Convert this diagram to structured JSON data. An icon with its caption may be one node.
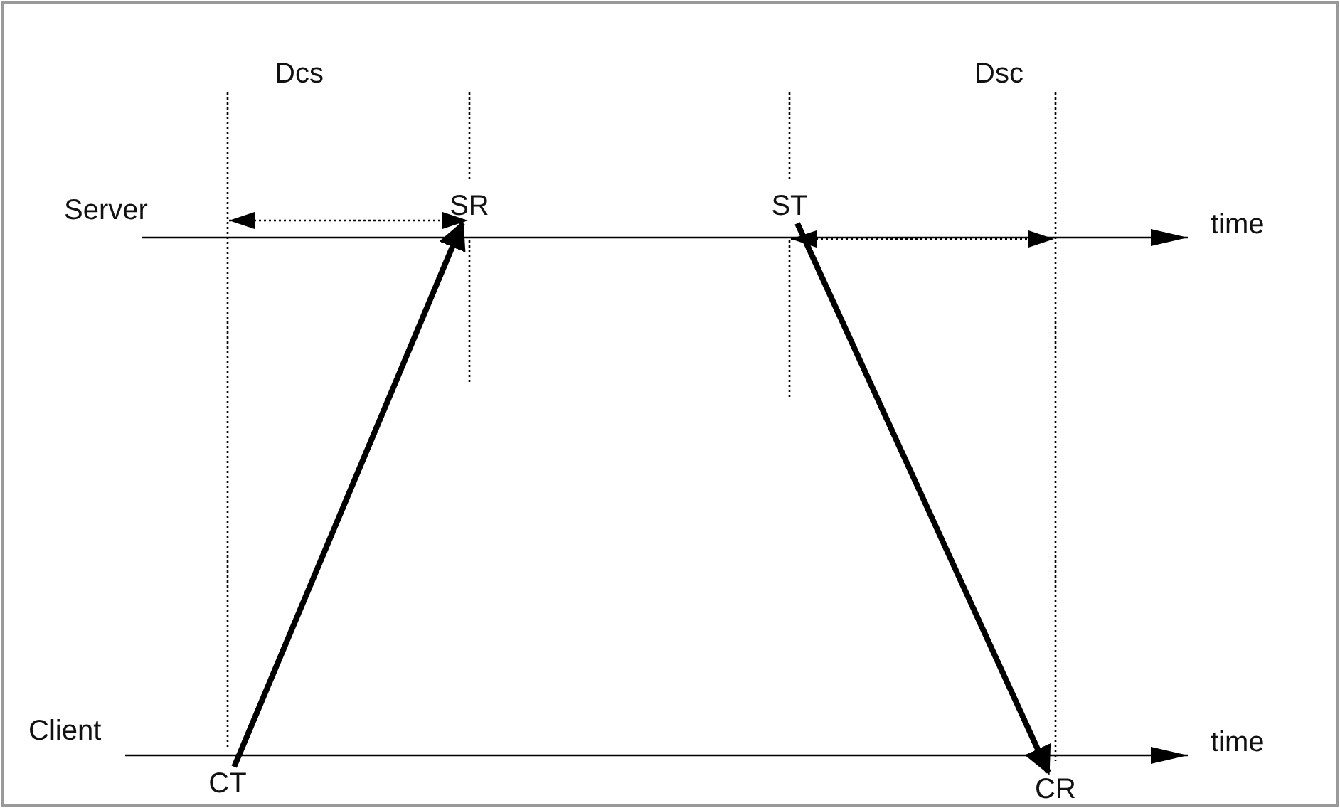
{
  "diagram": {
    "nodes": [
      {
        "text": [
          "CT"
        ]
      },
      {
        "text": [
          "SR"
        ]
      },
      {
        "text": [
          "ST"
        ]
      },
      {
        "text": [
          "CR"
        ]
      }
    ],
    "edges": [
      {
        "from": 0,
        "to": 1,
        "arrow": "to"
      },
      {
        "from": 2,
        "to": 3,
        "arrow": "to"
      }
    ],
    "labels": [
      "Dcs",
      "Dsc",
      "Server",
      "time",
      "Client",
      "time"
    ]
  }
}
